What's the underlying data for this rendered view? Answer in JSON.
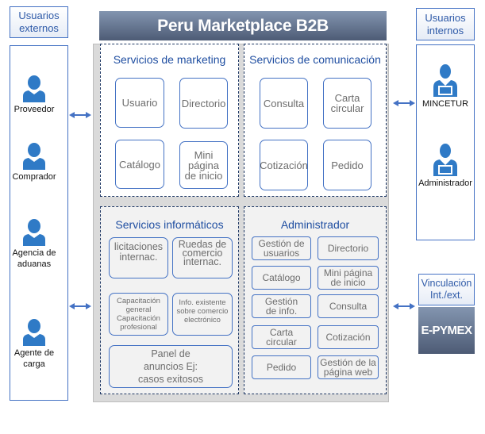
{
  "title": "Peru Marketplace B2B",
  "external_users": {
    "header": "Usuarios externos",
    "users": [
      {
        "label": "Proveedor",
        "icon": "person-icon"
      },
      {
        "label": "Comprador",
        "icon": "person-icon"
      },
      {
        "label": "Agencia de aduanas",
        "icon": "person-icon"
      },
      {
        "label": "Agente de carga",
        "icon": "person-icon"
      }
    ]
  },
  "internal_users": {
    "header": "Usuarios internos",
    "users": [
      {
        "label": "MINCETUR",
        "icon": "person-laptop-icon"
      },
      {
        "label": "Administrador",
        "icon": "person-laptop-icon"
      }
    ]
  },
  "linkage": {
    "header": "Vinculación Int./ext.",
    "system": "E-PYMEX"
  },
  "panels": {
    "marketing": {
      "title": "Servicios de marketing",
      "items": [
        "Usuario",
        "Directorio",
        "Catálogo",
        "Mini página de inicio"
      ]
    },
    "communication": {
      "title": "Servicios de comunicación",
      "items": [
        "Consulta",
        "Carta circular",
        "Cotización",
        "Pedido"
      ]
    },
    "informatics": {
      "title": "Servicios informáticos",
      "items": [
        "licitaciones internac.",
        "Ruedas de comercio internac.",
        "Capacitación general Capacitación profesional",
        "Info. existente sobre comercio electrónico",
        "Panel de anuncios Ej: casos exitosos"
      ]
    },
    "admin": {
      "title": "Administrador",
      "items": [
        "Gestión de usuarios",
        "Directorio",
        "Catálogo",
        "Mini página de inicio",
        "Gestión de info.",
        "Consulta",
        "Carta circular",
        "Cotización",
        "Pedido",
        "Gestión de la página web"
      ]
    }
  },
  "colors": {
    "accent_blue": "#4472c4",
    "title_text_blue": "#1f4ea1",
    "icon_blue": "#2f7ac6",
    "title_bar_dark": "#4d5b75"
  }
}
